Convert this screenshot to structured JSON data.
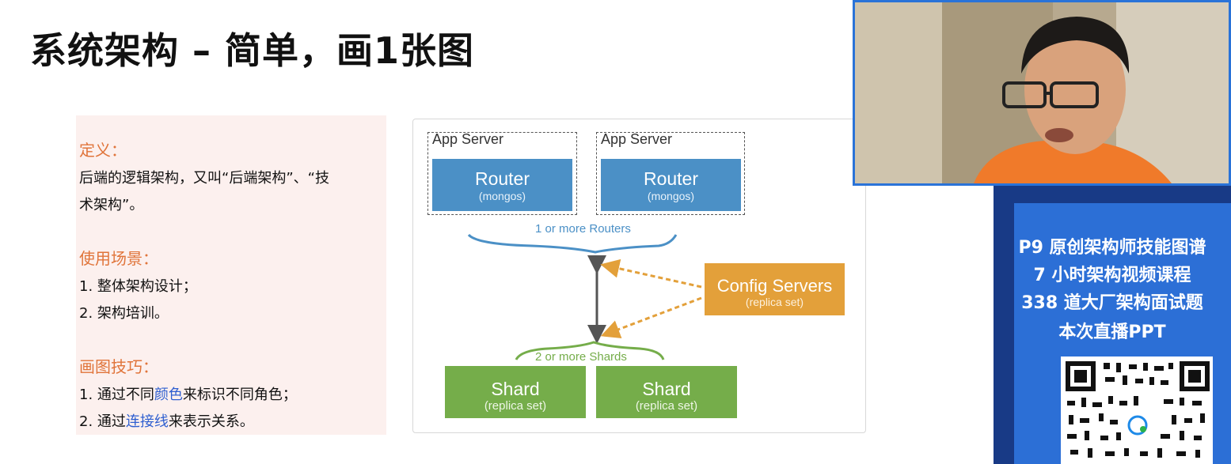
{
  "slide": {
    "title": "系统架构 – 简单，画1张图"
  },
  "notes": {
    "definition_heading": "定义：",
    "definition_text_1": "后端的逻辑架构，又叫“后端架构”、“技",
    "definition_text_2": "术架构”。",
    "usage_heading": "使用场景：",
    "usage_items": [
      "1.  整体架构设计；",
      "2.  架构培训。"
    ],
    "tips_heading": "画图技巧：",
    "tip1_prefix": "1.  通过不同",
    "tip1_highlight": "颜色",
    "tip1_suffix": "来标识不同角色；",
    "tip2_prefix": "2.  通过",
    "tip2_highlight": "连接线",
    "tip2_suffix": "来表示关系。",
    "highlight_color": "#2f5fd0",
    "heading_color": "#e0743a"
  },
  "diagram": {
    "app_server_label": "App Server",
    "router_label": "Router",
    "router_sub": "(mongos)",
    "routers_brace": "1 or more Routers",
    "config_label": "Config Servers",
    "config_sub": "(replica set)",
    "shards_brace": "2 or more Shards",
    "shard_label": "Shard",
    "shard_sub": "(replica set)",
    "colors": {
      "router": "#4b90c6",
      "config": "#e3a03a",
      "shard": "#75ad4a",
      "brace_routers": "#4b90c6",
      "brace_shards": "#75ad4a"
    }
  },
  "promo": {
    "line1": "P9 原创架构师技能图谱",
    "line2": "7 小时架构视频课程",
    "line3": "338 道大厂架构面试题",
    "line4": "本次直播PPT"
  }
}
